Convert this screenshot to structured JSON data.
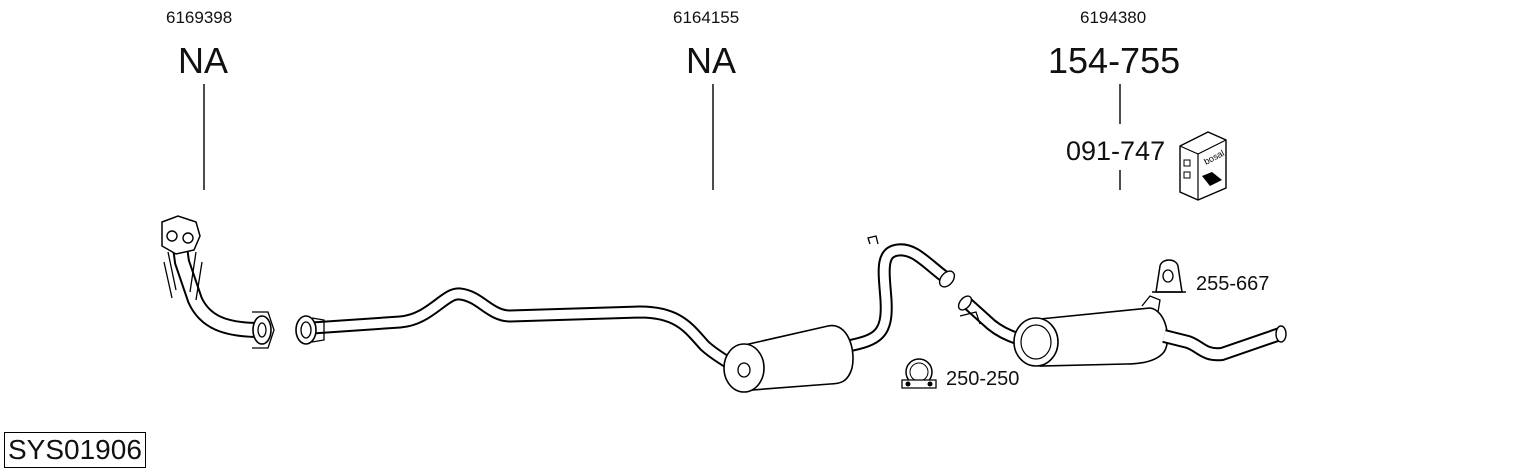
{
  "oe_numbers": {
    "front_pipe": "6169398",
    "middle_section": "6164155",
    "rear_section": "6194380"
  },
  "part_codes": {
    "front_pipe": "NA",
    "middle_section": "NA",
    "rear_section": "154-755",
    "fitting_kit": "091-747",
    "rubber_mount": "255-667",
    "clamp": "250-250"
  },
  "kit_box_brand": "bosal",
  "system_code": "SYS01906"
}
